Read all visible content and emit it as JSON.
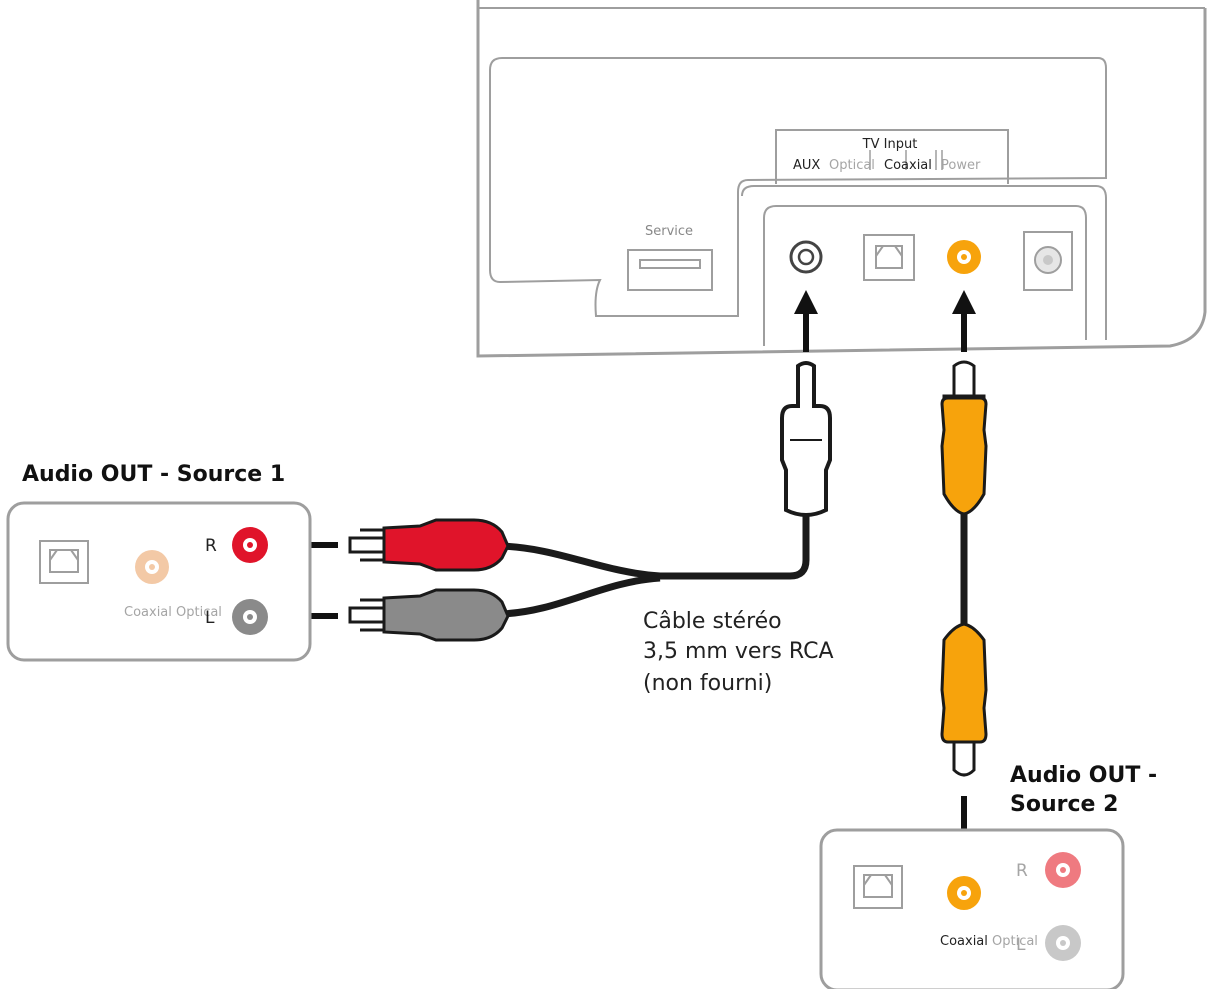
{
  "soundbar": {
    "tv_input_label": "TV Input",
    "port_aux": "AUX",
    "port_optical": "Optical",
    "port_coaxial": "Coaxial",
    "port_power": "Power",
    "service_label": "Service"
  },
  "source1": {
    "title": "Audio OUT - Source 1",
    "label_r": "R",
    "label_l": "L",
    "label_coaxial": "Coaxial",
    "label_optical": "Optical"
  },
  "source2": {
    "title_line1": "Audio OUT -",
    "title_line2": "Source 2",
    "label_r": "R",
    "label_l": "L",
    "label_coaxial": "Coaxial",
    "label_optical": "Optical"
  },
  "cable_caption": {
    "line1": "Câble stéréo",
    "line2": "3,5 mm vers RCA",
    "line3": "(non fourni)"
  },
  "colors": {
    "outline": "#9e9e9e",
    "cable": "#1a1a1a",
    "rca_red": "#e0142a",
    "rca_gray": "#8a8a8a",
    "coax_orange": "#f7a30c",
    "faded_orange": "#f3c9a6",
    "faded_red": "#ef7a80"
  }
}
